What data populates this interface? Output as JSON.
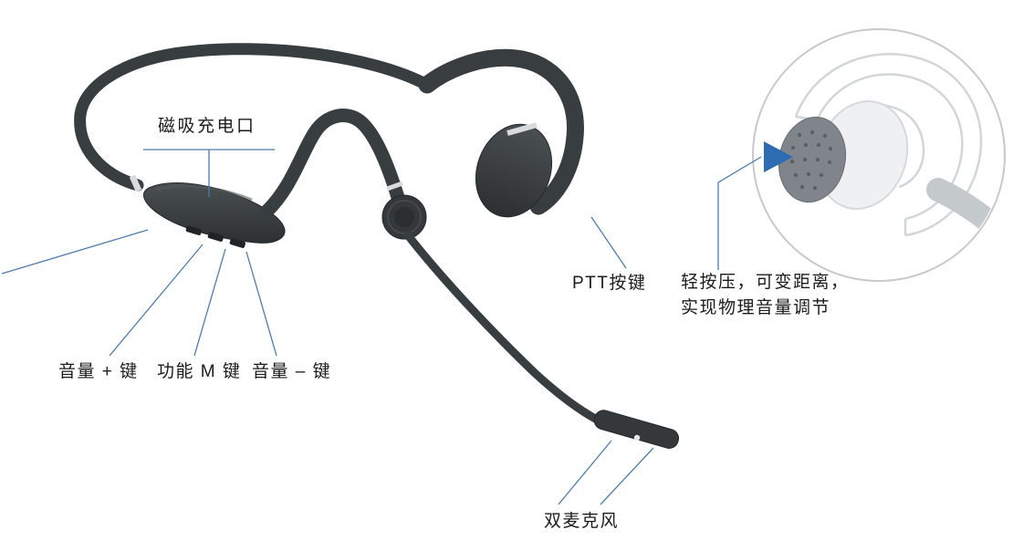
{
  "labels": {
    "charging_port": "磁吸充电口",
    "volume_up": "音量 + 键",
    "function_m": "功能 M 键",
    "volume_down": "音量 – 键",
    "ptt": "PTT按键",
    "dual_mic": "双麦克风",
    "press_note_line1": "轻按压，可变距离，",
    "press_note_line2": "实现物理音量调节"
  },
  "icons": {
    "press_direction_arrow": "right-pointing-triangle"
  },
  "colors": {
    "leader_line": "#4d7cac",
    "arrow_blue": "#2d6cb0",
    "body_dark": "#34383b",
    "body_outline": "#26292b",
    "accent_light": "#dcdddd",
    "inset_circle_outline": "#c7c9cb",
    "inset_ghost_outline": "#d3d6d9",
    "inset_pad_gray": "#7f858a",
    "inset_band_gray": "#c4c9cc",
    "text": "#1b1b1b",
    "background": "#ffffff"
  }
}
